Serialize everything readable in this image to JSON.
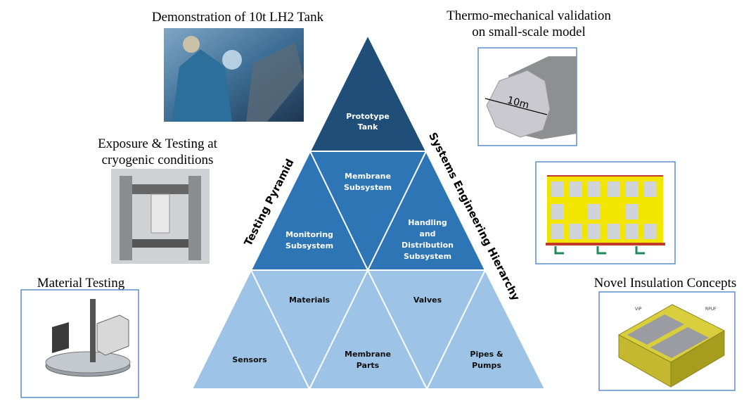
{
  "captions": {
    "demo": "Demonstration of 10t LH2 Tank",
    "exposure_line1": "Exposure & Testing at",
    "exposure_line2": "cryogenic conditions",
    "material": "Material Testing",
    "thermo_line1": "Thermo-mechanical validation",
    "thermo_line2": "on small-scale model",
    "insulation": "Novel Insulation Concepts"
  },
  "side_labels": {
    "left": "Testing Pyramid",
    "right": "Systems Engineering Hierarchy"
  },
  "pyramid": {
    "top": [
      "Prototype",
      "Tank"
    ],
    "membrane_subsystem": [
      "Membrane",
      "Subsystem"
    ],
    "monitoring_subsystem": [
      "Monitoring",
      "Subsystem"
    ],
    "handling_subsystem": [
      "Handling",
      "and",
      "Distribution",
      "Subsystem"
    ],
    "sensors": "Sensors",
    "materials": "Materials",
    "membrane_parts": [
      "Membrane",
      "Parts"
    ],
    "valves": "Valves",
    "pipes_pumps": [
      "Pipes &",
      "Pumps"
    ]
  },
  "image_labels": {
    "dimension": "10m",
    "vip": "VIP",
    "rpuf": "RPUF"
  },
  "colors": {
    "top": "#1f4e79",
    "middle": "#2e75b6",
    "bottom": "#9dc3e6"
  }
}
